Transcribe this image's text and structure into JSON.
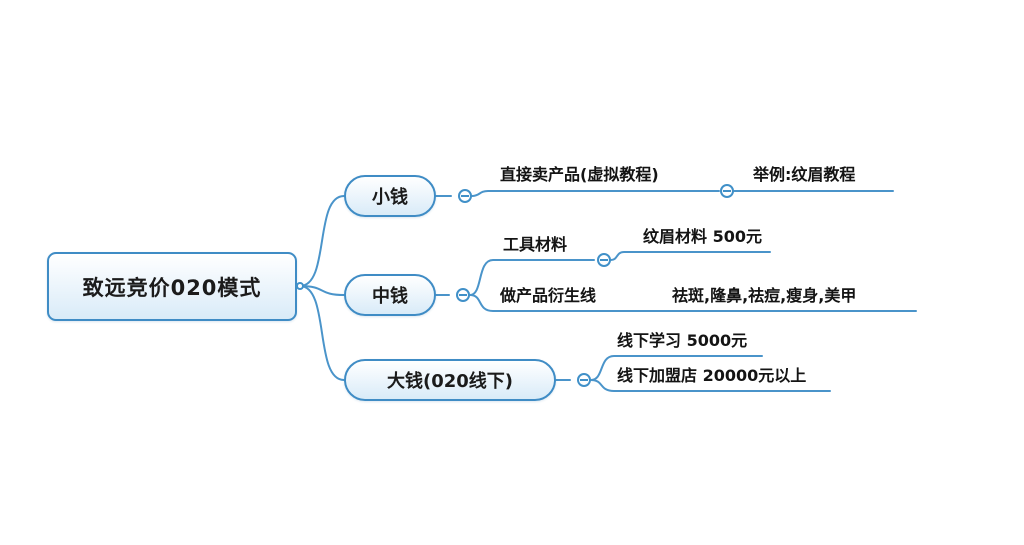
{
  "root": {
    "label": "致远竞价020模式"
  },
  "branches": [
    {
      "label": "小钱"
    },
    {
      "label": "中钱"
    },
    {
      "label": "大钱(020线下)"
    }
  ],
  "nodes": {
    "sell_product": "直接卖产品(虚拟教程)",
    "example": "举例:纹眉教程",
    "tools": "工具材料",
    "tools_price": "纹眉材料 500元",
    "derivatives": "做产品衍生线",
    "derivative_list": "祛斑,隆鼻,祛痘,瘦身,美甲",
    "offline_study": "线下学习 5000元",
    "offline_store": "线下加盟店 20000元以上"
  },
  "icons": {
    "collapse": "minus-circle"
  },
  "colors": {
    "line": "#4a94ca",
    "node_border": "#3f8cc5",
    "node_fill_light": "#eef6fc",
    "node_fill_dark": "#d9ebf8",
    "text": "#141414",
    "background": "#ffffff"
  }
}
